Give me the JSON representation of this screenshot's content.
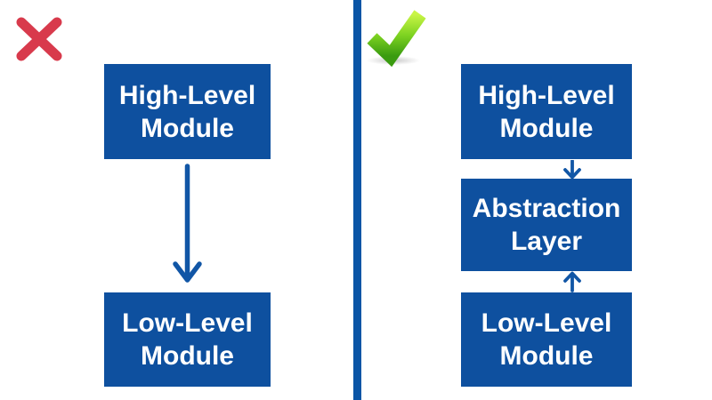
{
  "colors": {
    "background": "#FFFFFF",
    "box_blue": "#0E509F",
    "box_text": "#FFFFFF",
    "divider_blue": "#0A55A6",
    "arrow_blue": "#1156A6",
    "cross_red": "#D83A4C",
    "check_green_light": "#C9F546",
    "check_green_mid": "#7ED321",
    "check_green_dark": "#3A9B10"
  },
  "left_panel": {
    "verdict_icon": "cross-icon",
    "verdict": "wrong",
    "boxes": [
      {
        "label": "High-Level Module"
      },
      {
        "label": "Low-Level Module"
      }
    ],
    "arrows": [
      {
        "from": "High-Level Module",
        "to": "Low-Level Module",
        "direction": "down"
      }
    ]
  },
  "right_panel": {
    "verdict_icon": "check-icon",
    "verdict": "correct",
    "boxes": [
      {
        "label": "High-Level Module"
      },
      {
        "label": "Abstraction Layer"
      },
      {
        "label": "Low-Level Module"
      }
    ],
    "arrows": [
      {
        "from": "High-Level Module",
        "to": "Abstraction Layer",
        "direction": "down"
      },
      {
        "from": "Low-Level Module",
        "to": "Abstraction Layer",
        "direction": "up"
      }
    ]
  }
}
